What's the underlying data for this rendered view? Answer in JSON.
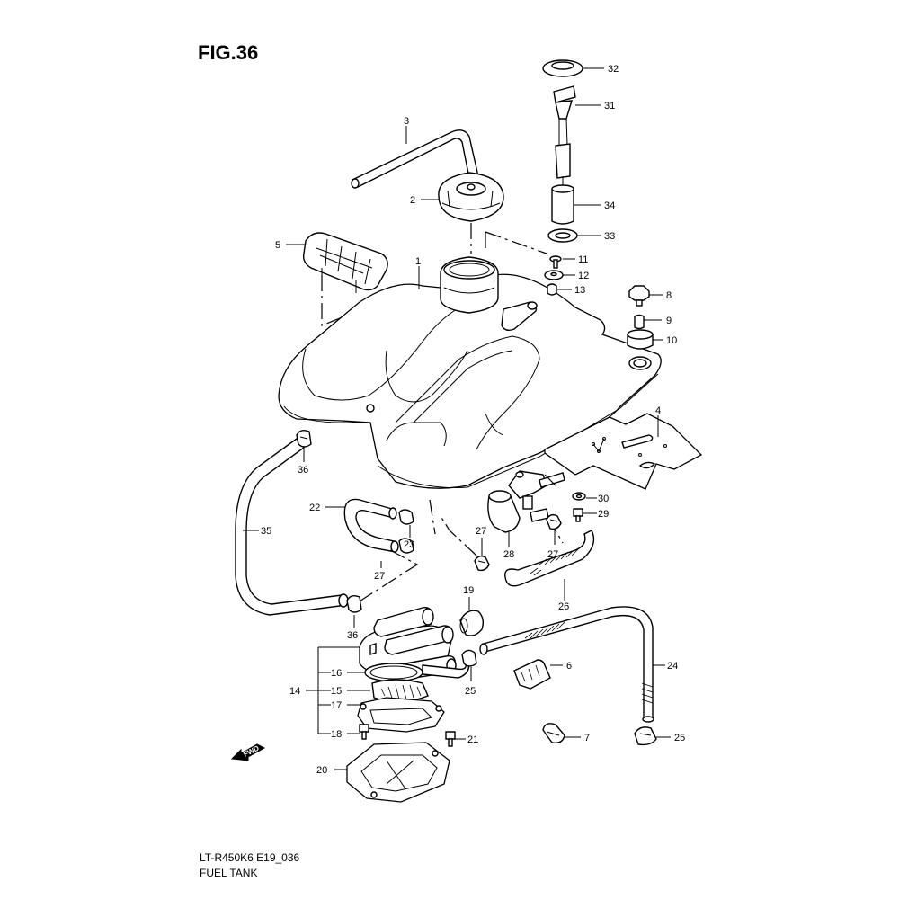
{
  "figure": {
    "title": "FIG.36",
    "model_code": "LT-R450K6 E19_036",
    "section_name": "FUEL TANK",
    "fwd_label": "FWD"
  },
  "callouts": {
    "c1": "1",
    "c2": "2",
    "c3": "3",
    "c4": "4",
    "c5": "5",
    "c6": "6",
    "c7": "7",
    "c8": "8",
    "c9": "9",
    "c10": "10",
    "c11": "11",
    "c12": "12",
    "c13": "13",
    "c14": "14",
    "c15": "15",
    "c16": "16",
    "c17": "17",
    "c18": "18",
    "c19": "19",
    "c20": "20",
    "c21": "21",
    "c22": "22",
    "c23": "23",
    "c24": "24",
    "c25a": "25",
    "c25b": "25",
    "c26": "26",
    "c27a": "27",
    "c27b": "27",
    "c27c": "27",
    "c28": "28",
    "c29": "29",
    "c30": "30",
    "c31": "31",
    "c32": "32",
    "c33": "33",
    "c34": "34",
    "c35": "35",
    "c36a": "36",
    "c36b": "36"
  }
}
